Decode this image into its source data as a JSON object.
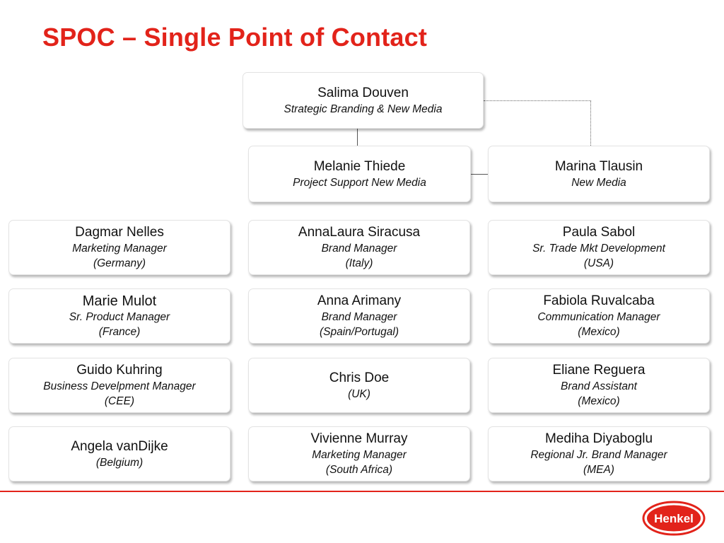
{
  "title": "SPOC – Single Point of Contact",
  "logo_text": "Henkel",
  "accent_color": "#e2231a",
  "top": {
    "lead": {
      "name": "Salima Douven",
      "role": "Strategic Branding & New Media"
    },
    "left": {
      "name": "Melanie Thiede",
      "role": "Project Support New Media"
    },
    "right": {
      "name": "Marina Tlausin",
      "role": "New Media"
    }
  },
  "columns": [
    [
      {
        "name": "Dagmar Nelles",
        "role": "Marketing Manager",
        "region": "(Germany)"
      },
      {
        "name": "Marie Mulot",
        "role": "Sr. Product Manager",
        "region": "(France)"
      },
      {
        "name": "Guido Kuhring",
        "role": "Business Develpment Manager",
        "region": "(CEE)"
      },
      {
        "name": "Angela vanDijke",
        "role": "(Belgium)"
      }
    ],
    [
      {
        "name": "AnnaLaura Siracusa",
        "role": "Brand Manager",
        "region": "(Italy)"
      },
      {
        "name": "Anna Arimany",
        "role": "Brand Manager",
        "region": "(Spain/Portugal)"
      },
      {
        "name": "Chris Doe",
        "role": "(UK)"
      },
      {
        "name": "Vivienne Murray",
        "role": "Marketing Manager",
        "region": "(South Africa)"
      }
    ],
    [
      {
        "name": "Paula Sabol",
        "role": "Sr. Trade Mkt Development",
        "region": "(USA)"
      },
      {
        "name": "Fabiola Ruvalcaba",
        "role": "Communication Manager",
        "region": "(Mexico)"
      },
      {
        "name": "Eliane Reguera",
        "role": "Brand Assistant",
        "region": "(Mexico)"
      },
      {
        "name": "Mediha Diyaboglu",
        "role": "Regional Jr. Brand Manager",
        "region": "(MEA)"
      }
    ]
  ]
}
